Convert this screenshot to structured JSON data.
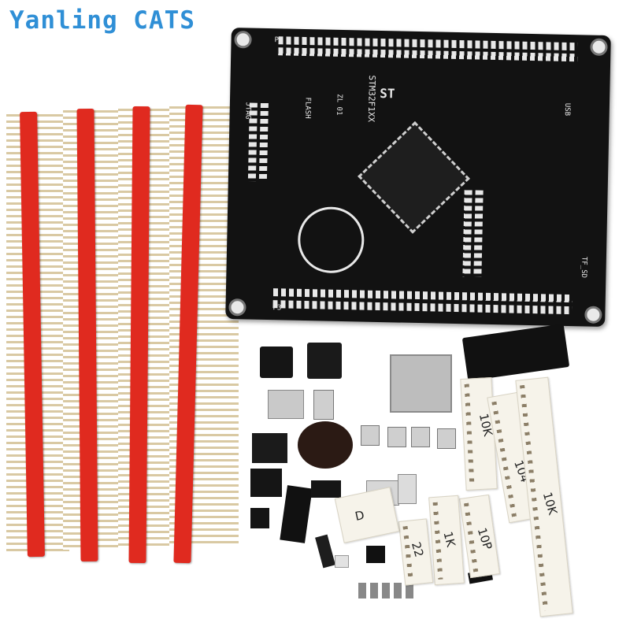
{
  "watermark": {
    "text": "Yanling CATS",
    "color": "#2f8fd6"
  },
  "board": {
    "chip_label": "STM32F1XX",
    "brand_label": "ST",
    "model_label": "ZL 01",
    "flash_label": "FLASH",
    "jtag_label": "JTAG",
    "usb_label": "USB",
    "tf_label": "TF_SD",
    "connector_p2": "P2",
    "connector_p3": "P3",
    "color": "#121212"
  },
  "tape_labels": {
    "t1": "10K",
    "t2": "104",
    "t3": "10K",
    "t4": "10P",
    "t5": "1K",
    "t6": "22",
    "t7": "D"
  },
  "colors": {
    "header_red": "#e02a1f",
    "pins": "#d9c9a3",
    "tape": "#f6f3ea"
  }
}
